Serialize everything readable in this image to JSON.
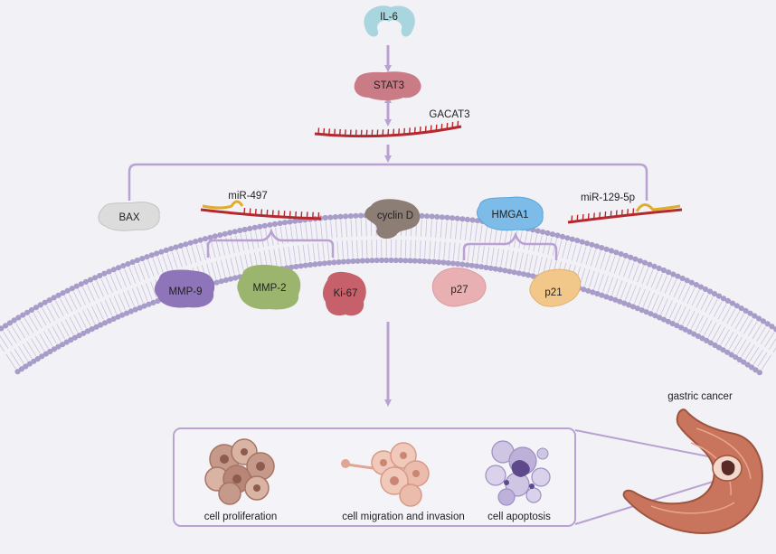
{
  "nodes": {
    "il6": "IL-6",
    "stat3": "STAT3",
    "gacat3": "GACAT3",
    "bax": "BAX",
    "mir497": "miR-497",
    "cyclin_d": "cyclin D",
    "hmga1": "HMGA1",
    "mir129": "miR-129-5p",
    "mmp9": "MMP-9",
    "mmp2": "MMP-2",
    "ki67": "Ki-67",
    "p27": "p27",
    "p21": "p21"
  },
  "outcomes": {
    "proliferation": "cell proliferation",
    "migration": "cell migration and invasion",
    "apoptosis": "cell apoptosis"
  },
  "organ": {
    "label": "gastric cancer"
  },
  "colors": {
    "arrow": "#b9a2d2",
    "membrane": "#a89cc9",
    "rna": "#b5282d",
    "il6": "#a9d6de",
    "stat3": "#c97b86",
    "bax": "#dcdcdc",
    "cyclin_d": "#8c7d75",
    "hmga1": "#7dbbe8",
    "mmp9": "#8e74b8",
    "mmp2": "#9cb56e",
    "ki67": "#c6606b",
    "p27": "#e9b0b4",
    "p21": "#f2c88a",
    "stomach": "#c9745c"
  }
}
